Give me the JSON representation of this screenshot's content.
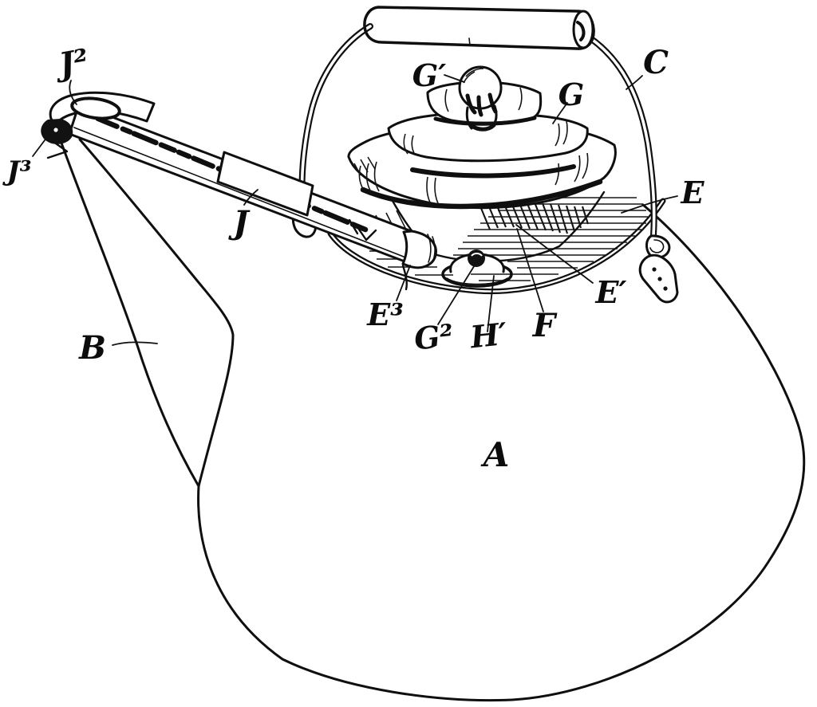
{
  "figure": {
    "kind": "patent-line-drawing",
    "subject": "Tea kettle with bail handle, tiered lid and lid-lifting lever",
    "background_color": "#ffffff",
    "ink_color": "#0f0f0f",
    "labels": [
      {
        "ref": "J2",
        "text": "J²",
        "part": "lever-thumb-piece"
      },
      {
        "ref": "J3",
        "text": "J³",
        "part": "lever-pivot"
      },
      {
        "ref": "J",
        "text": "J",
        "part": "lever-arm"
      },
      {
        "ref": "B",
        "text": "B",
        "part": "spout"
      },
      {
        "ref": "C",
        "text": "C",
        "part": "bail-handle-wire"
      },
      {
        "ref": "G1",
        "text": "G′",
        "part": "lid-knob"
      },
      {
        "ref": "G",
        "text": "G",
        "part": "tiered-lid"
      },
      {
        "ref": "E",
        "text": "E",
        "part": "top-plate"
      },
      {
        "ref": "E1",
        "text": "E′",
        "part": "lid-seat-cone"
      },
      {
        "ref": "E3",
        "text": "E³",
        "part": "lever-tip-pad"
      },
      {
        "ref": "G2",
        "text": "G²",
        "part": "vent-knob-base"
      },
      {
        "ref": "H1",
        "text": "H′",
        "part": "vent-knob"
      },
      {
        "ref": "F",
        "text": "F",
        "part": "plate-surface"
      },
      {
        "ref": "A",
        "text": "A",
        "part": "kettle-body"
      }
    ]
  }
}
